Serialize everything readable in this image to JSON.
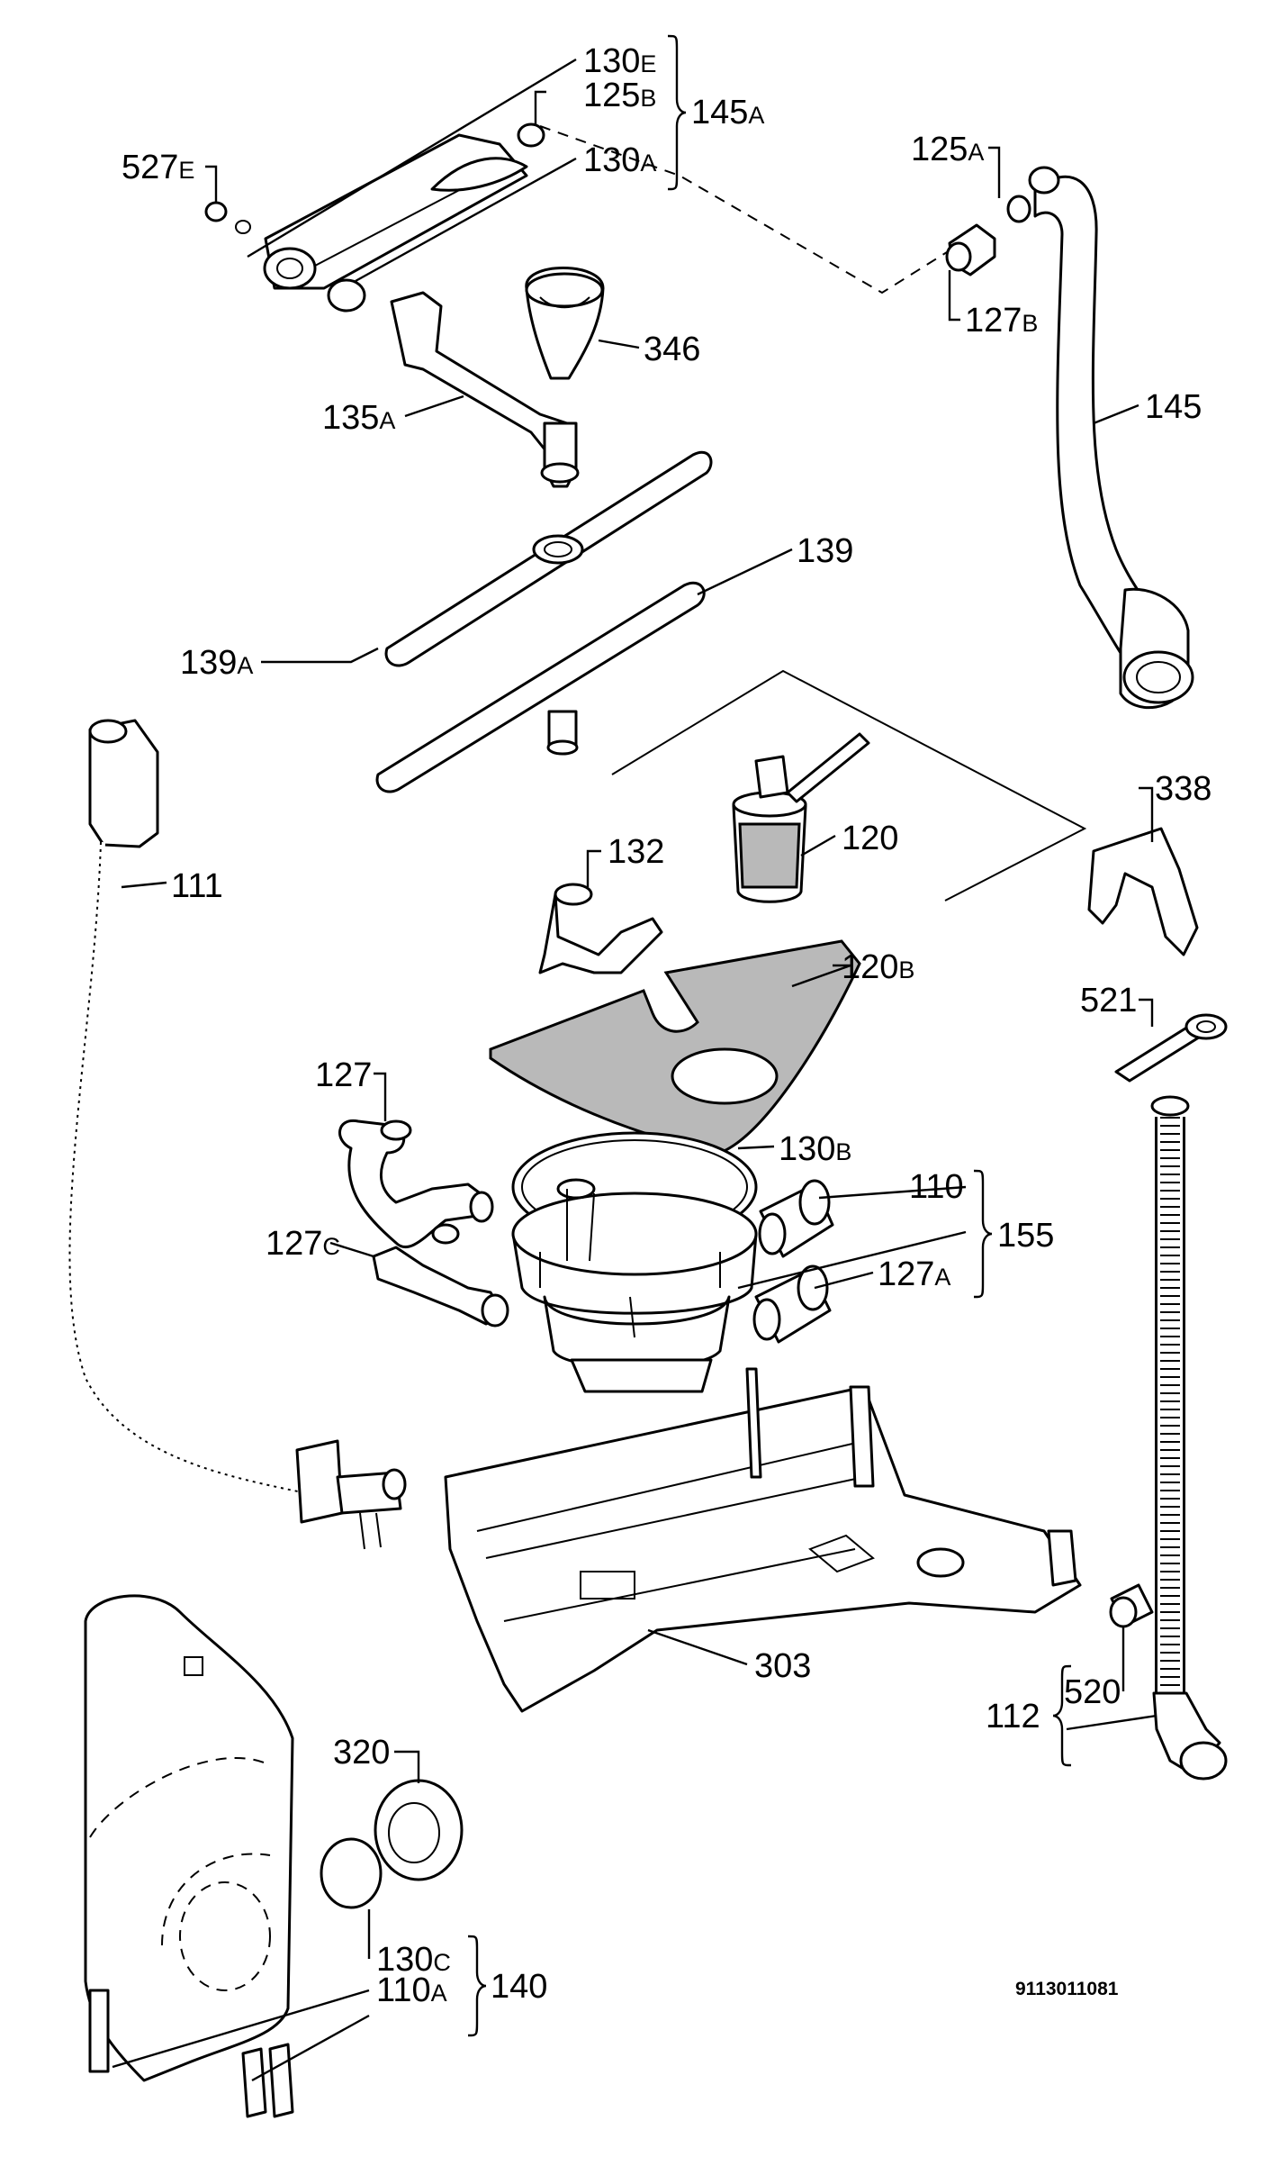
{
  "diagram": {
    "document_id": "9113011081",
    "labels": {
      "l130E": {
        "num": "130",
        "suf": "E"
      },
      "l125B": {
        "num": "125",
        "suf": "B"
      },
      "l145A": {
        "num": "145",
        "suf": "A"
      },
      "l130A": {
        "num": "130",
        "suf": "A"
      },
      "l527E": {
        "num": "527",
        "suf": "E"
      },
      "l125A": {
        "num": "125",
        "suf": "A"
      },
      "l127B": {
        "num": "127",
        "suf": "B"
      },
      "l346": {
        "num": "346",
        "suf": ""
      },
      "l135A": {
        "num": "135",
        "suf": "A"
      },
      "l145": {
        "num": "145",
        "suf": ""
      },
      "l139": {
        "num": "139",
        "suf": ""
      },
      "l139A": {
        "num": "139",
        "suf": "A"
      },
      "l338": {
        "num": "338",
        "suf": ""
      },
      "l120": {
        "num": "120",
        "suf": ""
      },
      "l111": {
        "num": "111",
        "suf": ""
      },
      "l132": {
        "num": "132",
        "suf": ""
      },
      "l120B": {
        "num": "120",
        "suf": "B"
      },
      "l521": {
        "num": "521",
        "suf": ""
      },
      "l127": {
        "num": "127",
        "suf": ""
      },
      "l130B": {
        "num": "130",
        "suf": "B"
      },
      "l110": {
        "num": "110",
        "suf": ""
      },
      "l155": {
        "num": "155",
        "suf": ""
      },
      "l127C": {
        "num": "127",
        "suf": "C"
      },
      "l127A": {
        "num": "127",
        "suf": "A"
      },
      "l303": {
        "num": "303",
        "suf": ""
      },
      "l520": {
        "num": "520",
        "suf": ""
      },
      "l112": {
        "num": "112",
        "suf": ""
      },
      "l320": {
        "num": "320",
        "suf": ""
      },
      "l130C": {
        "num": "130",
        "suf": "C"
      },
      "l110A": {
        "num": "110",
        "suf": "A"
      },
      "l140": {
        "num": "140",
        "suf": ""
      }
    }
  }
}
